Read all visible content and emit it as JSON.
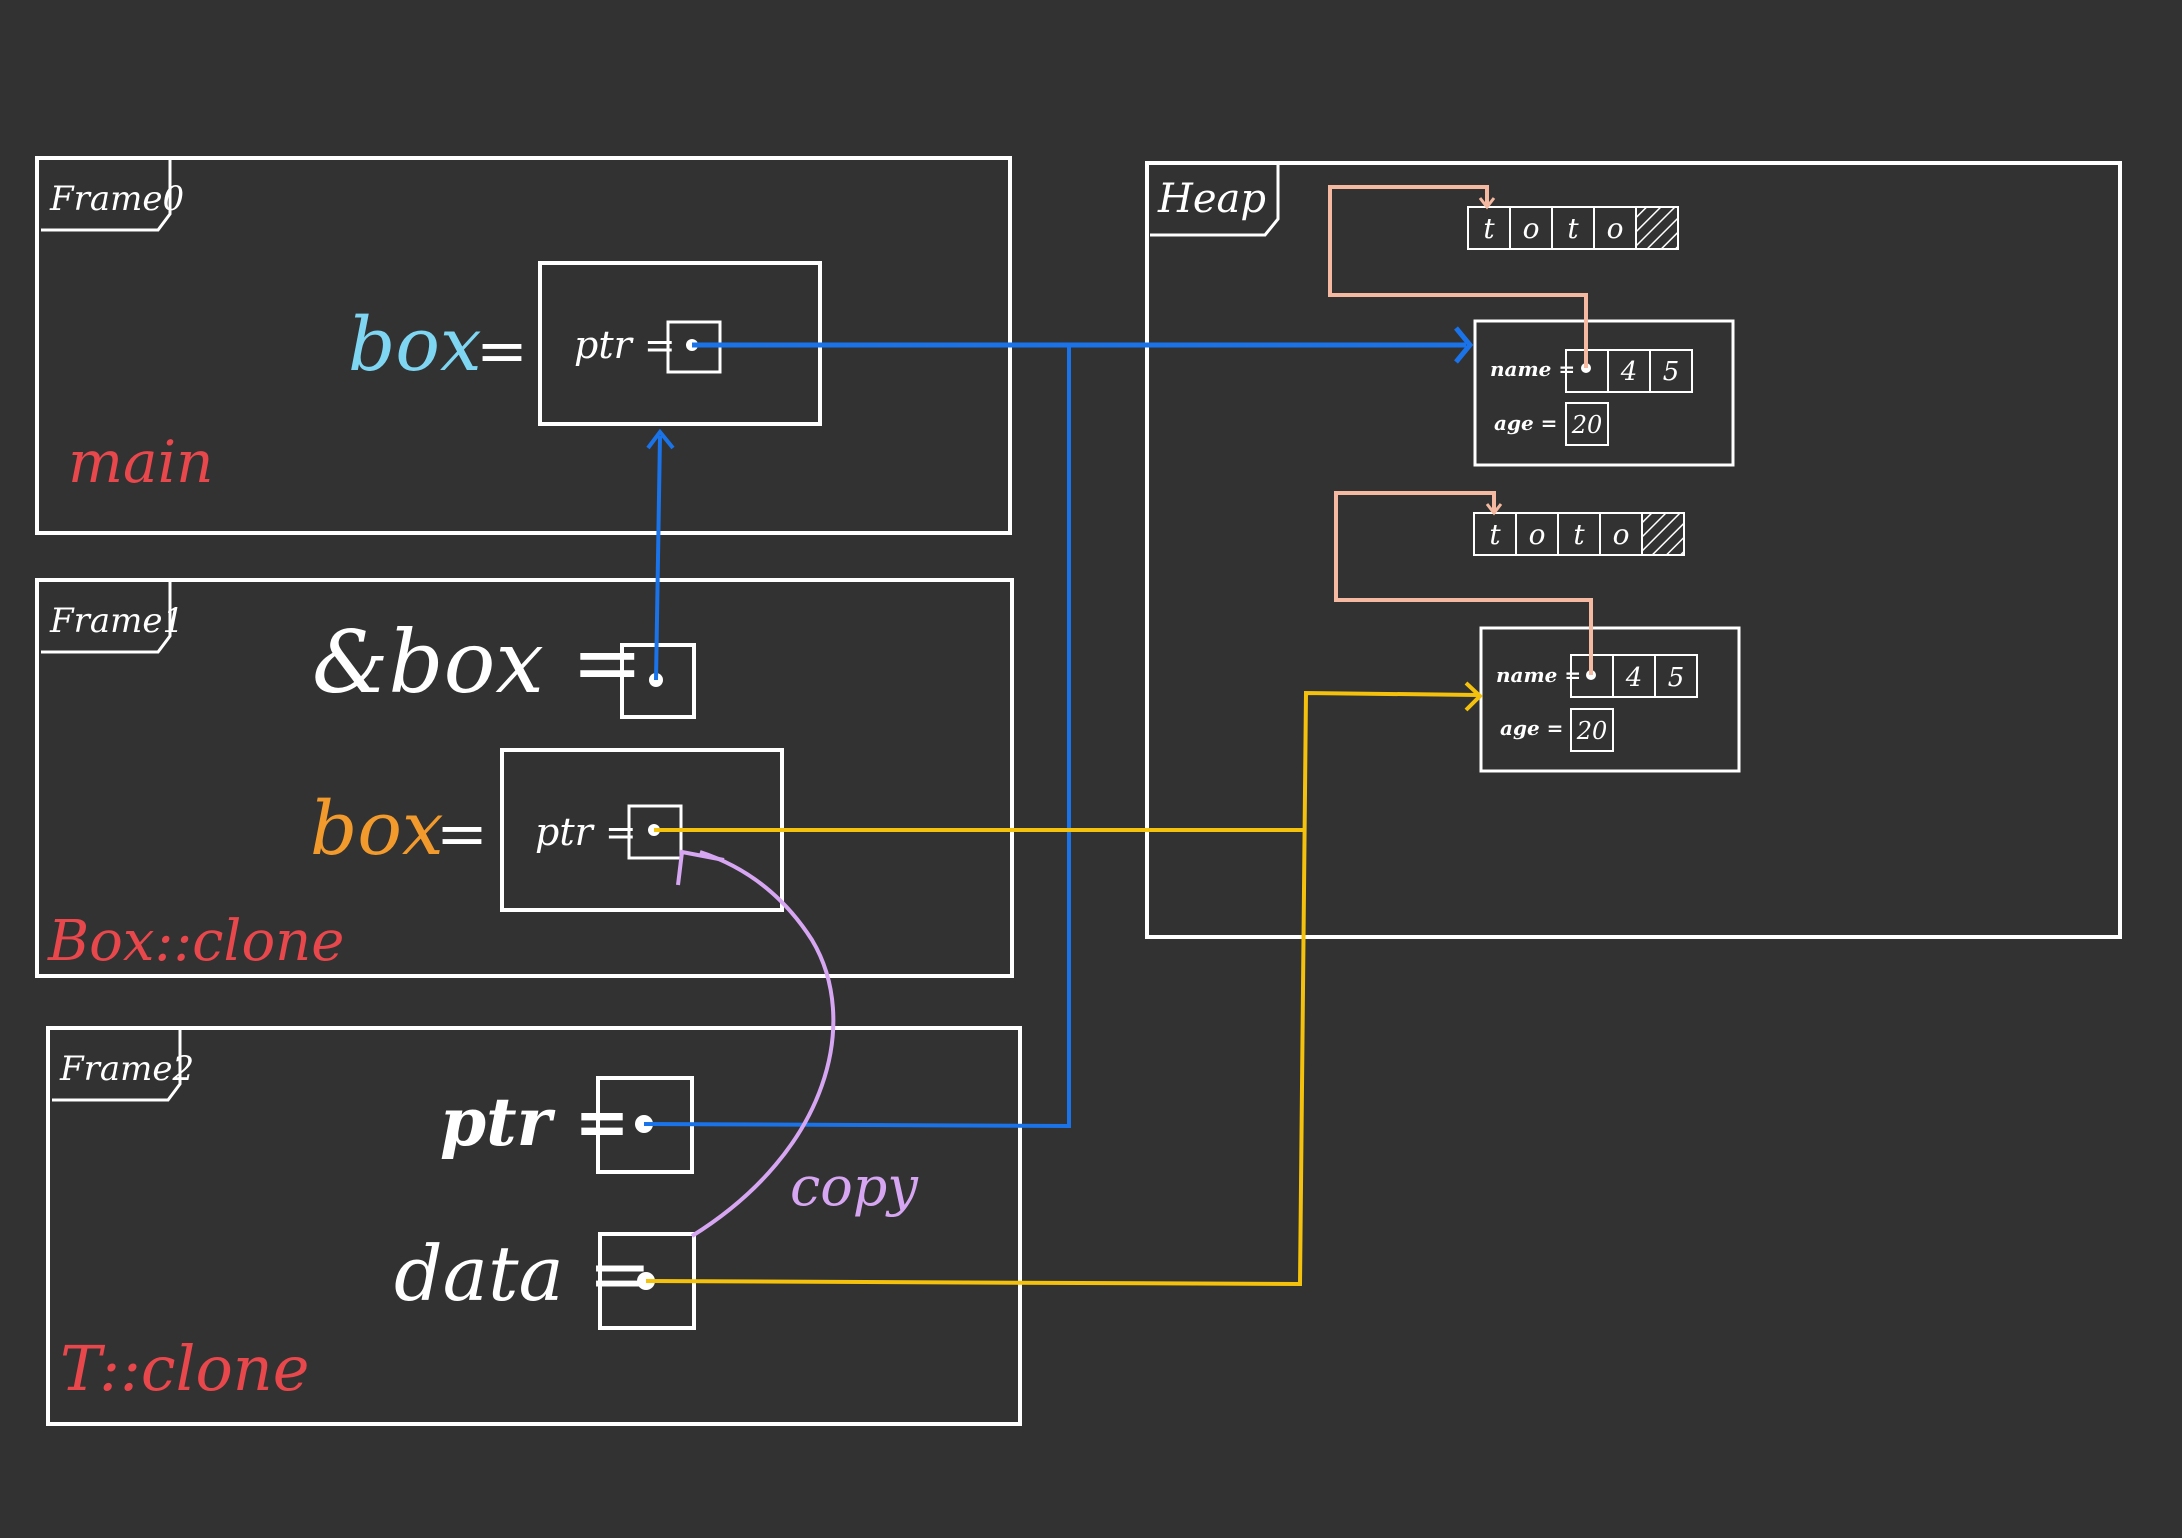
{
  "colors": {
    "background": "#323232",
    "ink": "#ffffff",
    "blue": "#1a73e8",
    "yellow": "#f4c20d",
    "salmon": "#f4b9a0",
    "purple": "#d7a6f2",
    "red": "#e8474c",
    "orange": "#f39a2c",
    "cyan": "#7fd6f2"
  },
  "frames": {
    "frame0": {
      "tag": "Frame0",
      "fn_name": "main",
      "box_label": "box",
      "eq": "=",
      "ptr_label": "ptr ="
    },
    "frame1": {
      "tag": "Frame1",
      "fn_name": "Box::clone",
      "ref_label": "&box =",
      "box_label": "box",
      "eq": "=",
      "ptr_label": "ptr ="
    },
    "frame2": {
      "tag": "Frame2",
      "fn_name": "T::clone",
      "ptr_label": "ptr =",
      "data_label": "data ="
    }
  },
  "heap": {
    "tag": "Heap",
    "strings": [
      {
        "chars": [
          "t",
          "o",
          "t",
          "o"
        ]
      },
      {
        "chars": [
          "t",
          "o",
          "t",
          "o"
        ]
      }
    ],
    "structs": [
      {
        "name_label": "name =",
        "len": "4",
        "cap": "5",
        "age_label": "age =",
        "age": "20"
      },
      {
        "name_label": "name =",
        "len": "4",
        "cap": "5",
        "age_label": "age =",
        "age": "20"
      }
    ]
  },
  "annotation": {
    "copy": "copy"
  }
}
